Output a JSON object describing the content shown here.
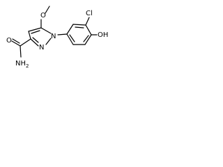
{
  "molecule": {
    "atoms": {
      "methyl_ch3": "",
      "methoxy_o": "O",
      "pyrazole_n1": "N",
      "pyrazole_n2": "N",
      "chloro": "Cl",
      "hydroxyl": "OH",
      "amide_o": "O",
      "amide_nh2": "NH2"
    },
    "colors": {
      "bond": "#000000",
      "background": "#ffffff"
    }
  }
}
